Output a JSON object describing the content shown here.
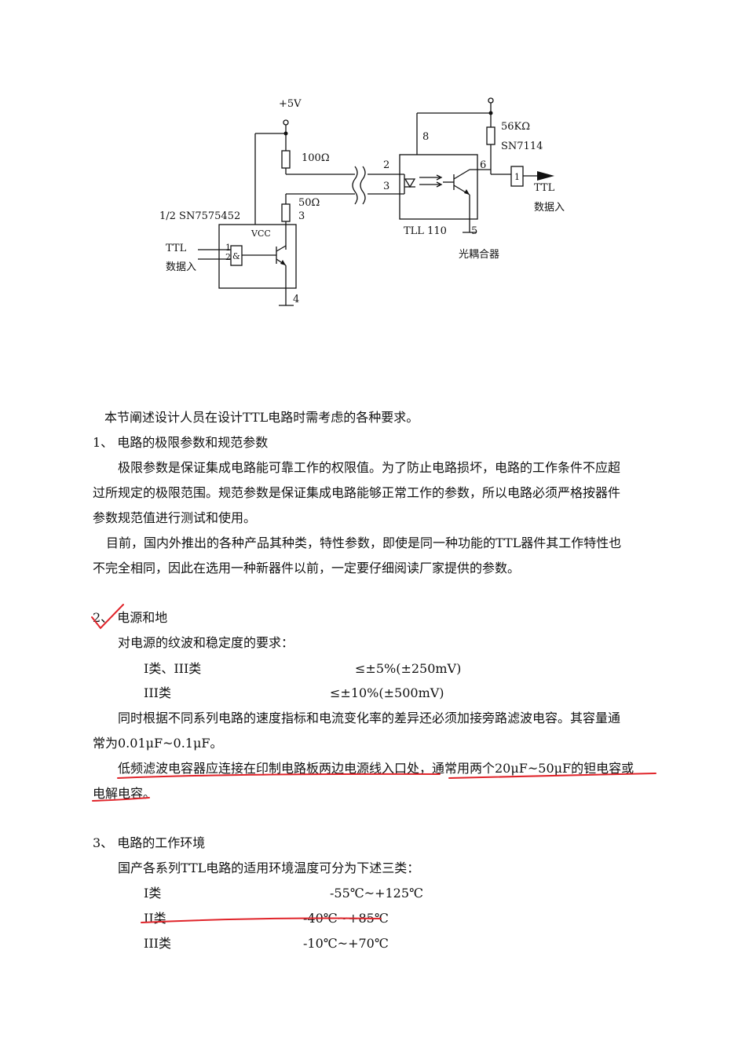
{
  "diagram": {
    "supply_label": "+5V",
    "r100_label": "100Ω",
    "r50_label": "50Ω",
    "r56k_label": "56KΩ",
    "driver_name": "1/2  SN7575452",
    "vcc_label": "VCC",
    "gate_symbol": "&",
    "input_label_top": "TTL",
    "input_label_bottom": "数据入",
    "optocoupler_name": "TLL 110",
    "optocoupler_caption": "光耦合器",
    "receiver_name": "SN7114",
    "buffer_label": "1",
    "output_label_top": "TTL",
    "output_label_bottom": "数据入",
    "pins": {
      "p1": "1",
      "p2": "2",
      "p3": "3",
      "p4": "4",
      "opt2": "2",
      "opt3": "3",
      "opt5": "5",
      "opt6": "6",
      "opt8": "8"
    }
  },
  "text": {
    "intro": "本节阐述设计人员在设计TTL电路时需考虑的各种要求。",
    "s1_heading": "1、 电路的极限参数和规范参数",
    "s1_p1_l1": "极限参数是保证集成电路能可靠工作的权限值。为了防止电路损坏，电路的工作条件不应超",
    "s1_p1_l2": "过所规定的极限范围。规范参数是保证集成电路能够正常工作的参数，所以电路必须严格按器件",
    "s1_p1_l3": "参数规范值进行测试和使用。",
    "s1_p2_l1": "目前，国内外推出的各种产品其种类，特性参数，即使是同一种功能的TTL器件其工作特性也",
    "s1_p2_l2": "不完全相同，因此在选用一种新器件以前，一定要仔细阅读厂家提供的参数。",
    "s2_heading": "2、 电源和地",
    "s2_lead": "对电源的纹波和稳定度的要求：",
    "s2_rows": [
      {
        "label": "I类、III类",
        "value": "≤±5%(±250mV)"
      },
      {
        "label": "III类",
        "value": "≤±10%(±500mV)"
      }
    ],
    "s2_p1_l1": "同时根据不同系列电路的速度指标和电流变化率的差异还必须加接旁路滤波电容。其容量通",
    "s2_p1_l2": "常为0.01μF~0.1μF。",
    "s2_p2_l1": "低频滤波电容器应连接在印制电路板两边电源线入口处，通常用两个20μF~50μF的钽电容或",
    "s2_p2_l2": "电解电容。",
    "s3_heading": "3、 电路的工作环境",
    "s3_lead": "国产各系列TTL电路的适用环境温度可分为下述三类：",
    "s3_rows": [
      {
        "label": "I类",
        "value": "-55℃~+125℃"
      },
      {
        "label": "II类",
        "value": "-40℃~+85℃"
      },
      {
        "label": "III类",
        "value": "-10℃~+70℃"
      }
    ]
  },
  "annotation_color": "#e0242a"
}
